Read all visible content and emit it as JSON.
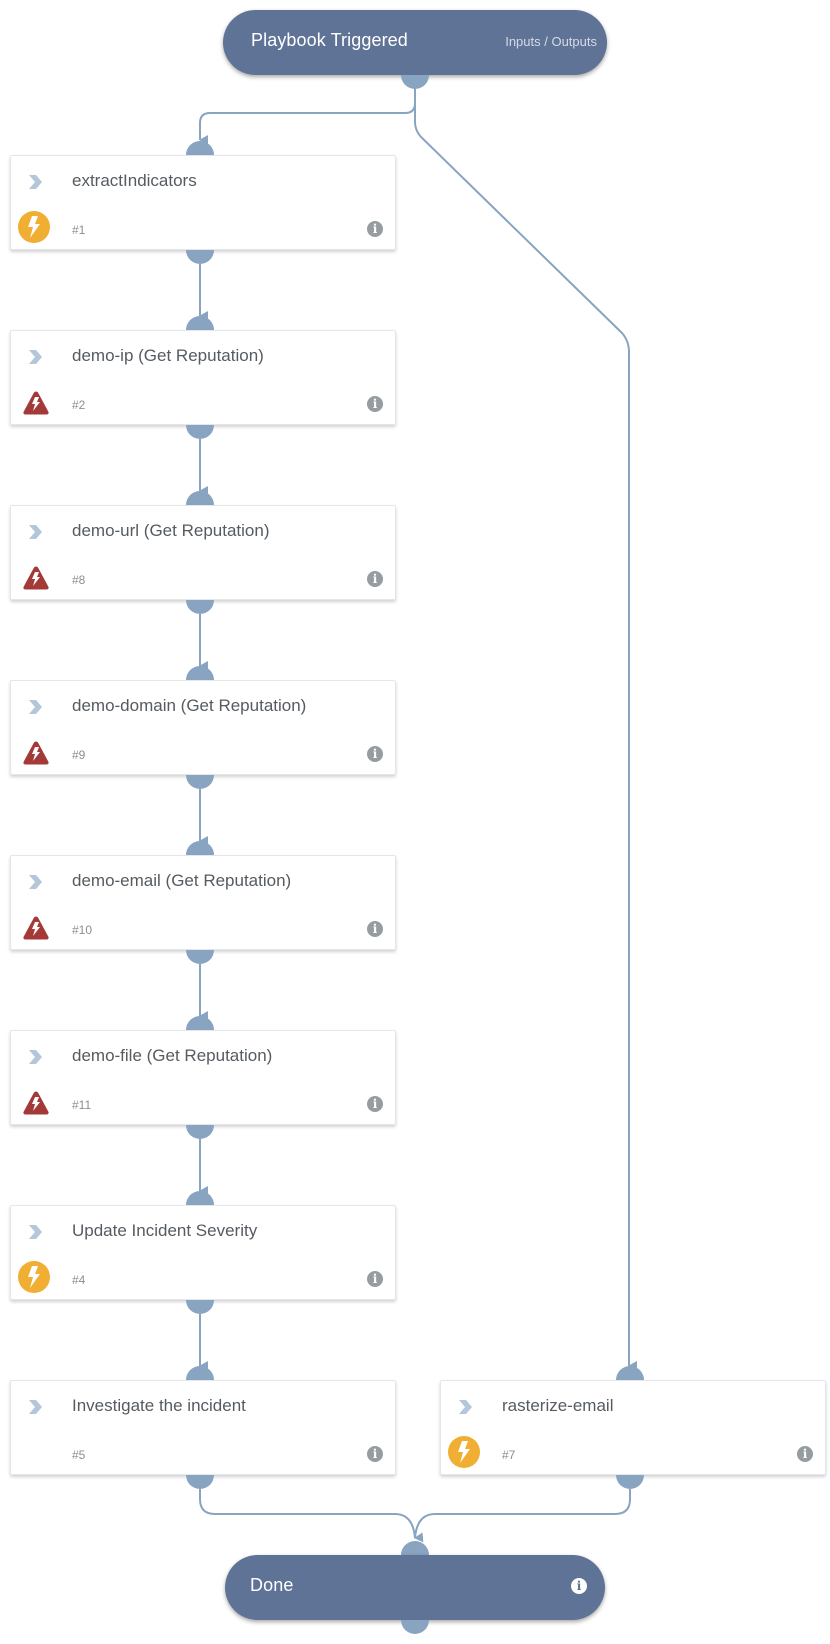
{
  "start": {
    "title": "Playbook Triggered",
    "io_link": "Inputs / Outputs"
  },
  "end": {
    "title": "Done",
    "info_icon": "info-icon"
  },
  "tasks": [
    {
      "name": "extractIndicators",
      "id": "#1",
      "type": "automation",
      "icon": "bolt-circle-icon"
    },
    {
      "name": "demo-ip (Get Reputation)",
      "id": "#2",
      "type": "integration-error",
      "icon": "warning-bolt-icon"
    },
    {
      "name": "demo-url (Get Reputation)",
      "id": "#8",
      "type": "integration-error",
      "icon": "warning-bolt-icon"
    },
    {
      "name": "demo-domain (Get Reputation)",
      "id": "#9",
      "type": "integration-error",
      "icon": "warning-bolt-icon"
    },
    {
      "name": "demo-email (Get Reputation)",
      "id": "#10",
      "type": "integration-error",
      "icon": "warning-bolt-icon"
    },
    {
      "name": "demo-file (Get Reputation)",
      "id": "#11",
      "type": "integration-error",
      "icon": "warning-bolt-icon"
    },
    {
      "name": "Update Incident Severity",
      "id": "#4",
      "type": "automation",
      "icon": "bolt-circle-icon"
    },
    {
      "name": "Investigate the incident",
      "id": "#5",
      "type": "manual",
      "icon": ""
    },
    {
      "name": "rasterize-email",
      "id": "#7",
      "type": "automation",
      "icon": "bolt-circle-icon"
    }
  ],
  "colors": {
    "node_fill": "#5f7397",
    "edge": "#89a4c1",
    "automation_icon": "#f0ae32",
    "error_icon": "#a33a37",
    "chevron": "#b3c6da",
    "info_icon": "#959da1"
  }
}
